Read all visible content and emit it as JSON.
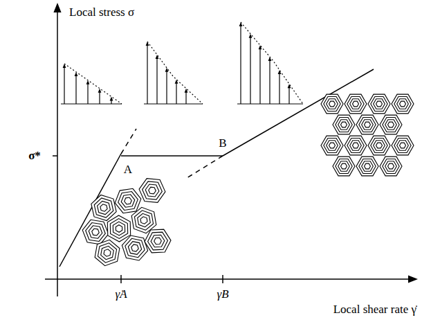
{
  "diagram": {
    "labels": [
      "Local stress σ",
      "σ*",
      "A",
      "B",
      "γ̇A",
      "γ̇B",
      "Local shear rate γ̇"
    ]
  }
}
